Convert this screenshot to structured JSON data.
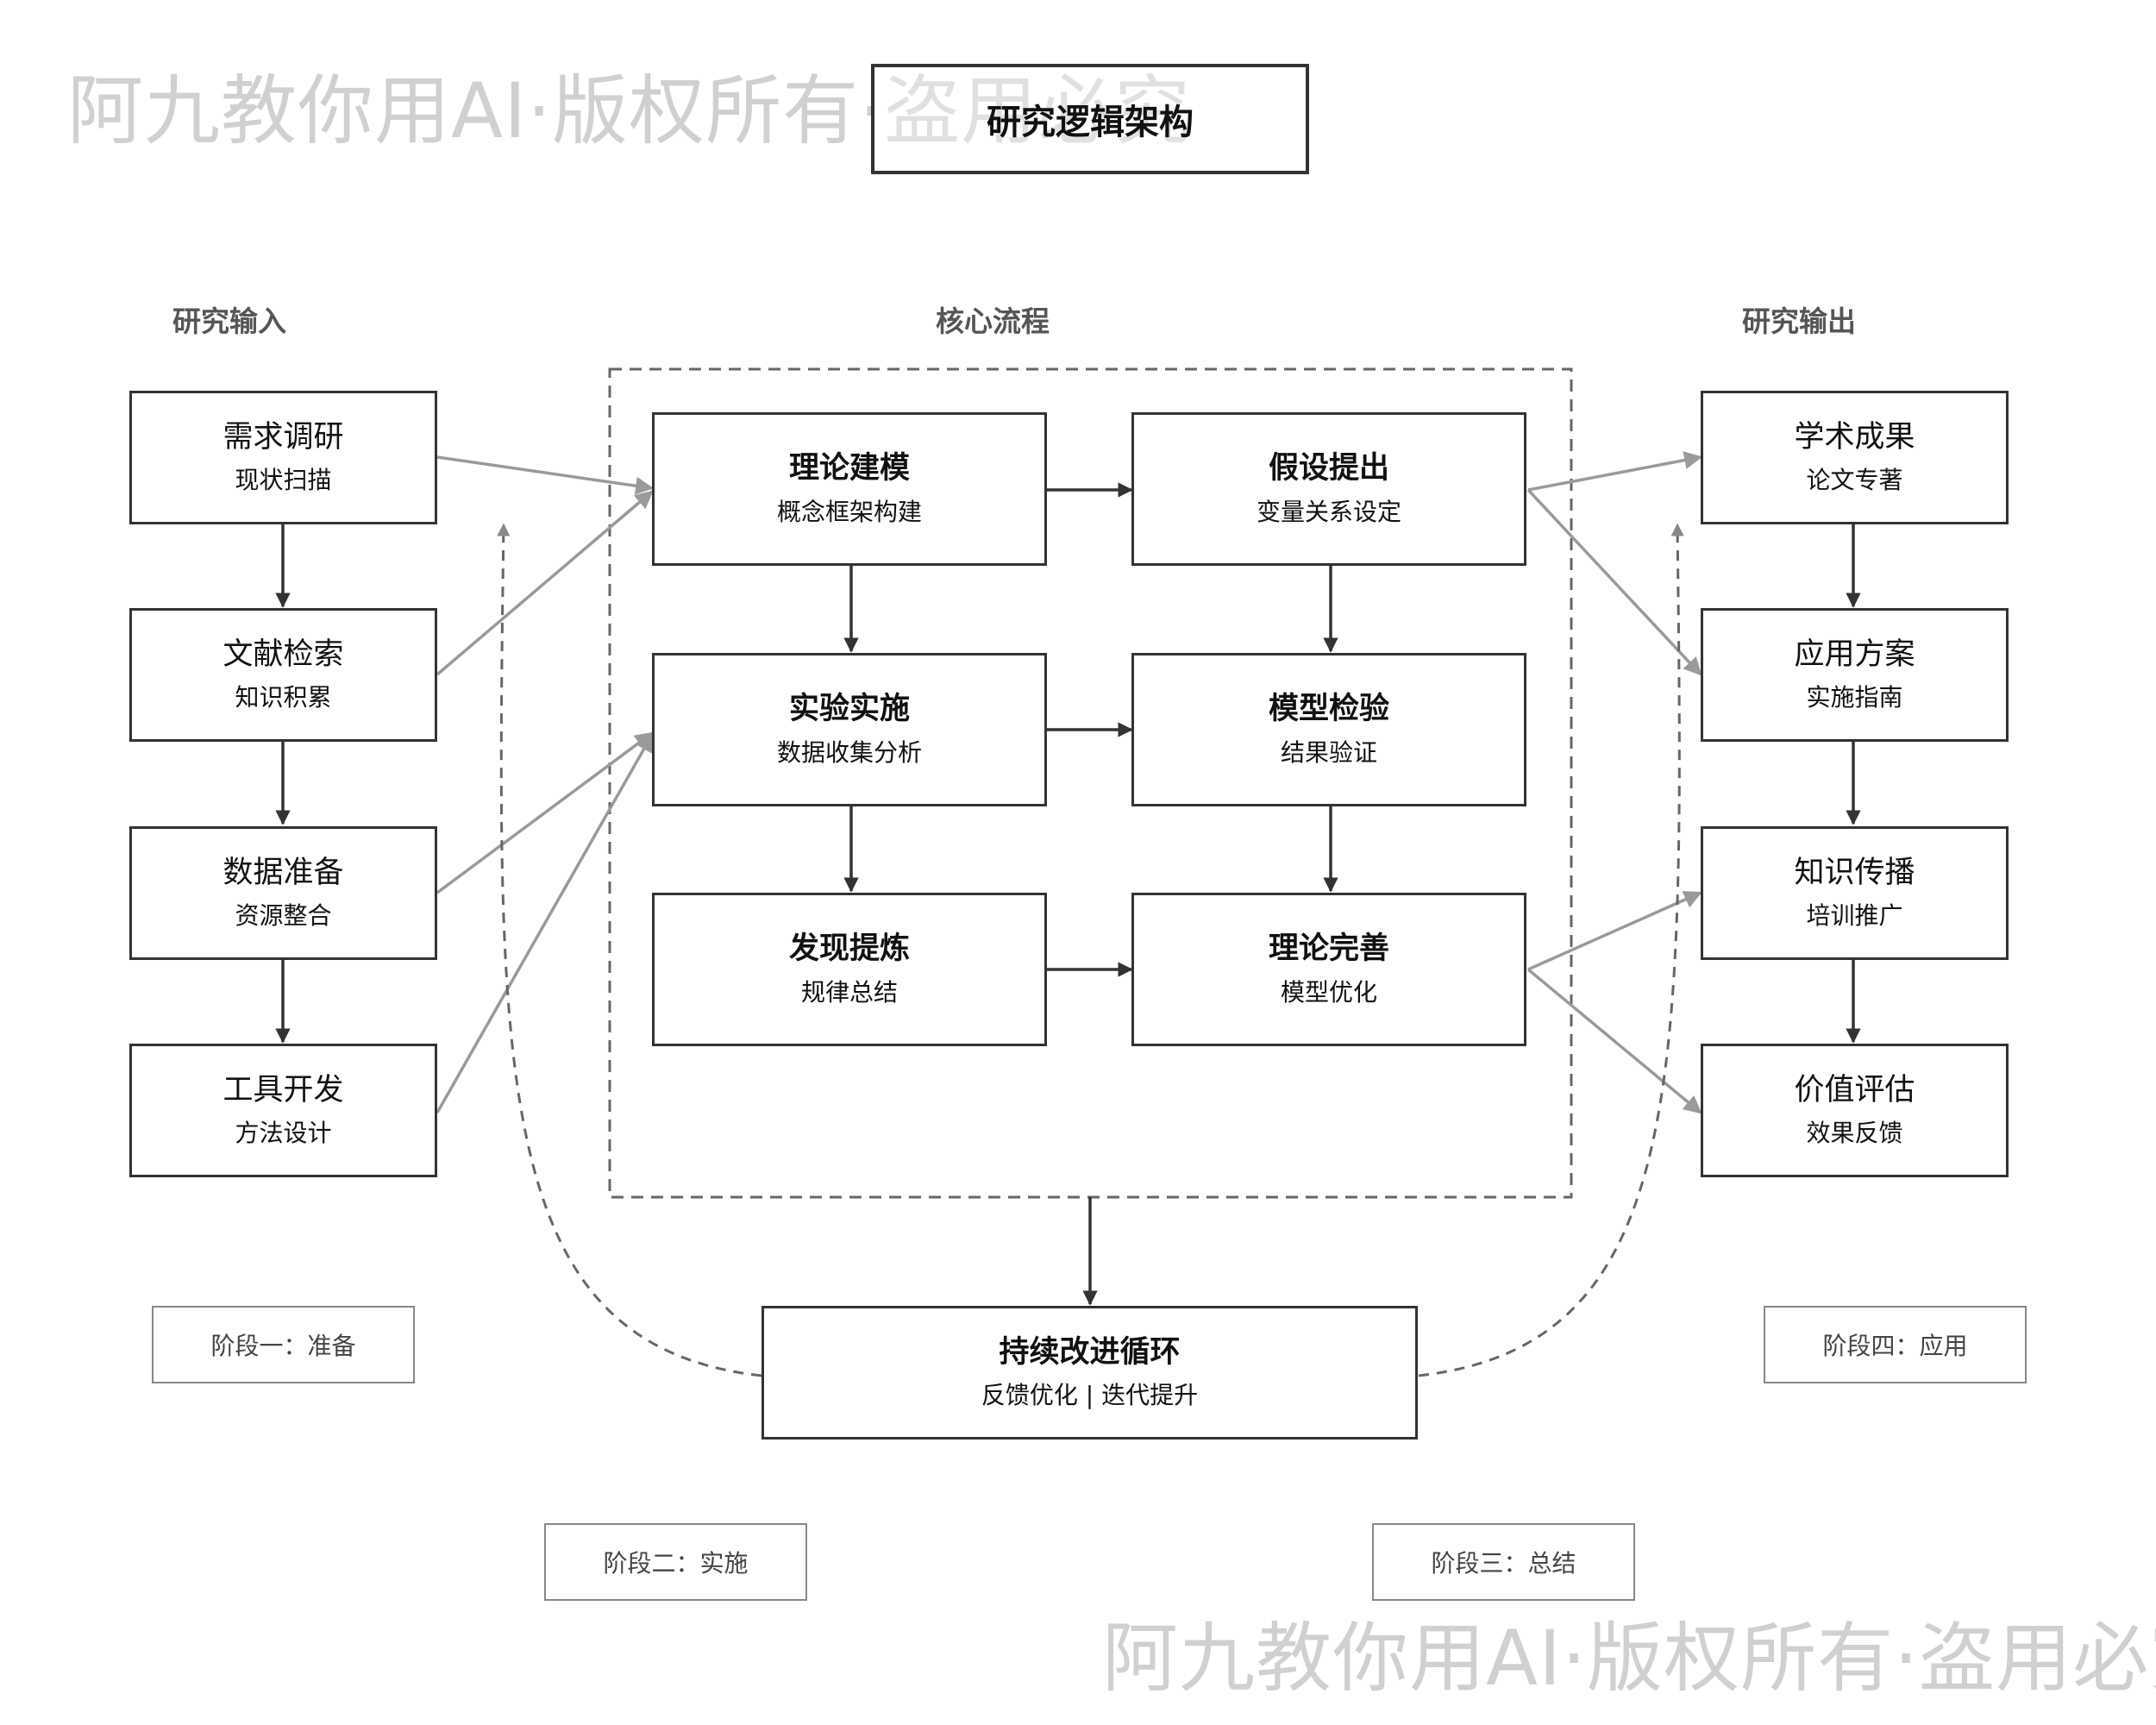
{
  "title": "研究逻辑架构",
  "column_headers": {
    "input": "研究输入",
    "core": "核心流程",
    "output": "研究输出"
  },
  "inputs": [
    {
      "title": "需求调研",
      "subtitle": "现状扫描"
    },
    {
      "title": "文献检索",
      "subtitle": "知识积累"
    },
    {
      "title": "数据准备",
      "subtitle": "资源整合"
    },
    {
      "title": "工具开发",
      "subtitle": "方法设计"
    }
  ],
  "core": [
    {
      "title": "理论建模",
      "subtitle": "概念框架构建"
    },
    {
      "title": "假设提出",
      "subtitle": "变量关系设定"
    },
    {
      "title": "实验实施",
      "subtitle": "数据收集分析"
    },
    {
      "title": "模型检验",
      "subtitle": "结果验证"
    },
    {
      "title": "发现提炼",
      "subtitle": "规律总结"
    },
    {
      "title": "理论完善",
      "subtitle": "模型优化"
    }
  ],
  "outputs": [
    {
      "title": "学术成果",
      "subtitle": "论文专著"
    },
    {
      "title": "应用方案",
      "subtitle": "实施指南"
    },
    {
      "title": "知识传播",
      "subtitle": "培训推广"
    },
    {
      "title": "价值评估",
      "subtitle": "效果反馈"
    }
  ],
  "loop": {
    "title": "持续改进循环",
    "subtitle": "反馈优化 | 迭代提升"
  },
  "stages": {
    "s1": "阶段一：准备",
    "s2": "阶段二：实施",
    "s3": "阶段三：总结",
    "s4": "阶段四：应用"
  },
  "watermark": "阿九教你用AI·版权所有·盗用必究",
  "colors": {
    "border": "#333333",
    "arrow_dark": "#333333",
    "arrow_light": "#9a9a9a",
    "dashed": "#666666",
    "watermark": "#d0d0d0"
  }
}
